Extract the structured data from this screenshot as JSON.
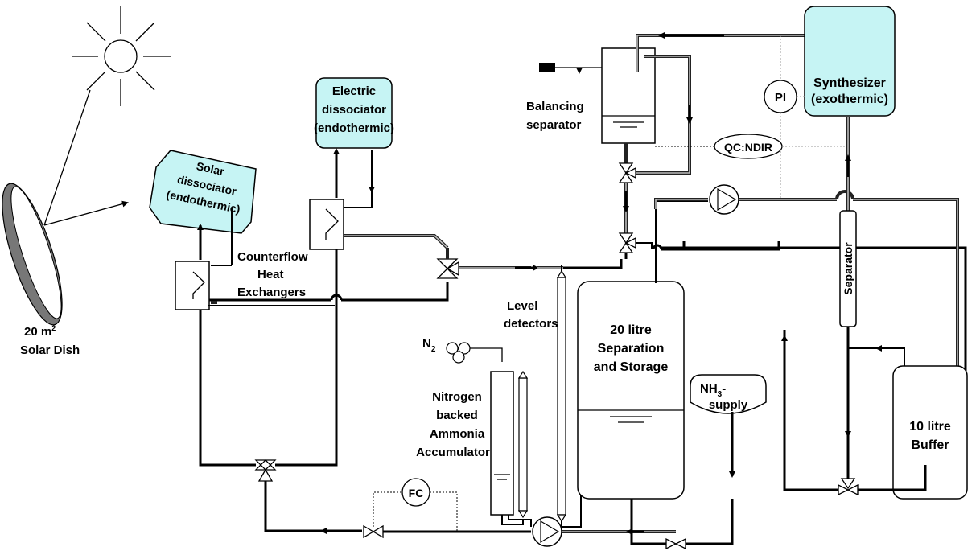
{
  "labels": {
    "solar_dish_size": "20 m",
    "solar_dish_sup": "2",
    "solar_dish_name": "Solar Dish",
    "solar_dissociator": [
      "Solar",
      "dissociator",
      "(endothermic)"
    ],
    "electric_dissociator": [
      "Electric",
      "dissociator",
      "(endothermic)"
    ],
    "counterflow": [
      "Counterflow",
      "Heat",
      "Exchangers"
    ],
    "balancing_separator": [
      "Balancing",
      "separator"
    ],
    "synthesizer": [
      "Synthesizer",
      "(exothermic)"
    ],
    "pi": "PI",
    "qc": "QC:NDIR",
    "separator": "Separator",
    "level_detectors": [
      "Level",
      "detectors"
    ],
    "storage": [
      "20 litre",
      "Separation",
      "and Storage"
    ],
    "n2_main": "N",
    "n2_sub": "2",
    "accumulator": [
      "Nitrogen",
      "backed",
      "Ammonia",
      "Accumulator"
    ],
    "nh3_main": "NH",
    "nh3_sub": "3",
    "nh3_rest": "-",
    "nh3_supply": "supply",
    "buffer": [
      "10 litre",
      "Buffer"
    ],
    "fc": "FC"
  }
}
